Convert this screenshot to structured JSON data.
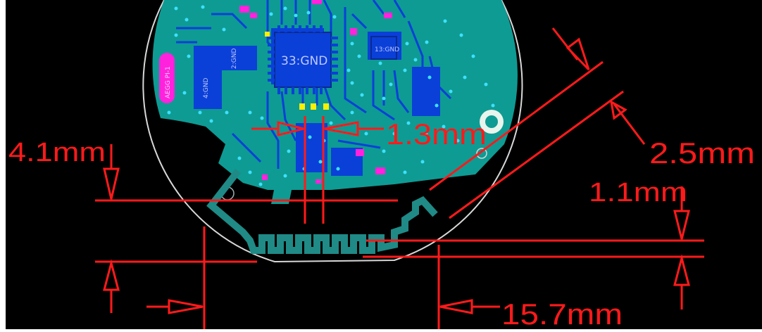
{
  "dimensions": {
    "antenna_left_offset": "4.1mm",
    "trace_gap": "1.3mm",
    "clearance_width": "2.5mm",
    "bottom_offset": "1.1mm",
    "antenna_span": "15.7mm"
  },
  "silkscreen": {
    "chip_main": "33:GND",
    "chip_small": "13:GND",
    "pad_a": "2:GND",
    "pad_b": "4:GND",
    "pill_label": "AEGG PI-1"
  },
  "colors": {
    "background": "#000000",
    "board": "#0e9b93",
    "copper_top": "#0a40d8",
    "dimension": "#ff1a1a",
    "board_outline": "#d8d8d8",
    "antenna_trace": "#1f8a86",
    "via": "#3ee0ff",
    "pad_yellow": "#ffee00",
    "pad_magenta": "#ff22dd"
  }
}
